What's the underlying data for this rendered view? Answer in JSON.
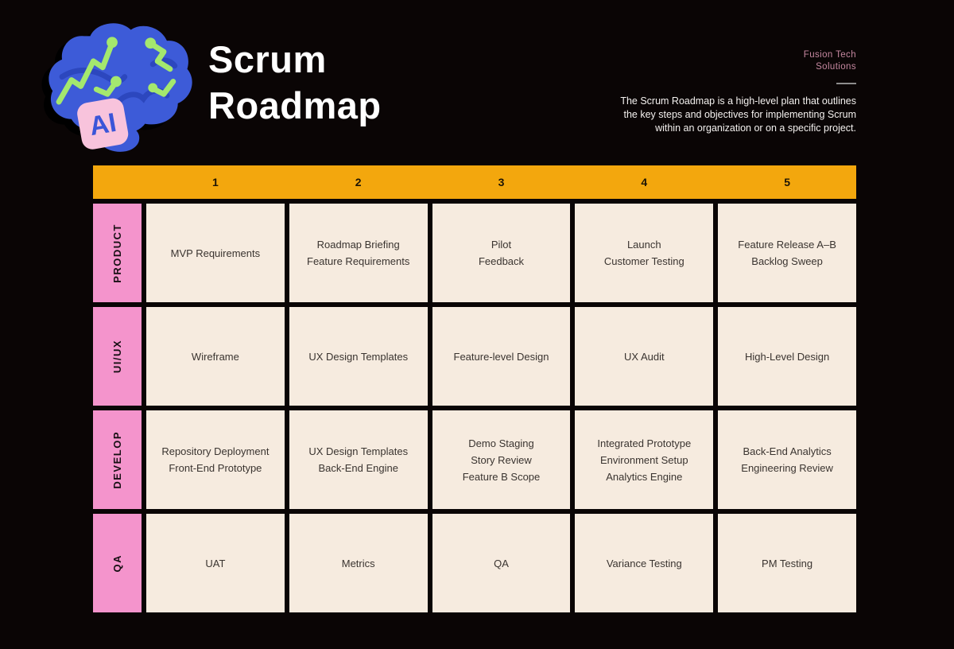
{
  "header": {
    "title_line1": "Scrum",
    "title_line2": "Roadmap",
    "company_line1": "Fusion Tech",
    "company_line2": "Solutions",
    "description_lines": [
      "The Scrum Roadmap is a high-level plan that outlines",
      "the key steps and objectives for implementing Scrum",
      "within an organization or on a specific project."
    ],
    "logo_label": "AI"
  },
  "colors": {
    "background": "#0a0505",
    "header_bar_orange": "#f3a70d",
    "row_label_pink": "#f494cc",
    "cell_cream": "#f6ebdf",
    "cell_text": "#3a3430",
    "company_pink": "#c5879f",
    "title_white": "#ffffff",
    "brain_blue": "#3d5bd8",
    "brain_fold_blue": "#2c47be",
    "circuit_green": "#a4e86e",
    "badge_pink": "#f8c3dc",
    "badge_text_blue": "#3b55d8"
  },
  "table": {
    "columns": [
      "1",
      "2",
      "3",
      "4",
      "5"
    ],
    "rows": [
      {
        "label": "PRODUCT",
        "cells": [
          [
            "MVP Requirements"
          ],
          [
            "Roadmap Briefing",
            "Feature Requirements"
          ],
          [
            "Pilot",
            "Feedback"
          ],
          [
            "Launch",
            "Customer Testing"
          ],
          [
            "Feature Release A–B",
            "Backlog Sweep"
          ]
        ]
      },
      {
        "label": "UI/UX",
        "cells": [
          [
            "Wireframe"
          ],
          [
            "UX Design Templates"
          ],
          [
            "Feature-level Design"
          ],
          [
            "UX Audit"
          ],
          [
            "High-Level Design"
          ]
        ]
      },
      {
        "label": "DEVELOP",
        "cells": [
          [
            "Repository Deployment",
            "Front-End Prototype"
          ],
          [
            "UX Design Templates",
            "Back-End Engine"
          ],
          [
            "Demo Staging",
            "Story Review",
            "Feature B Scope"
          ],
          [
            "Integrated Prototype",
            "Environment Setup",
            "Analytics Engine"
          ],
          [
            "Back-End Analytics",
            "Engineering Review"
          ]
        ]
      },
      {
        "label": "QA",
        "cells": [
          [
            "UAT"
          ],
          [
            "Metrics"
          ],
          [
            "QA"
          ],
          [
            "Variance Testing"
          ],
          [
            "PM Testing"
          ]
        ]
      }
    ]
  }
}
